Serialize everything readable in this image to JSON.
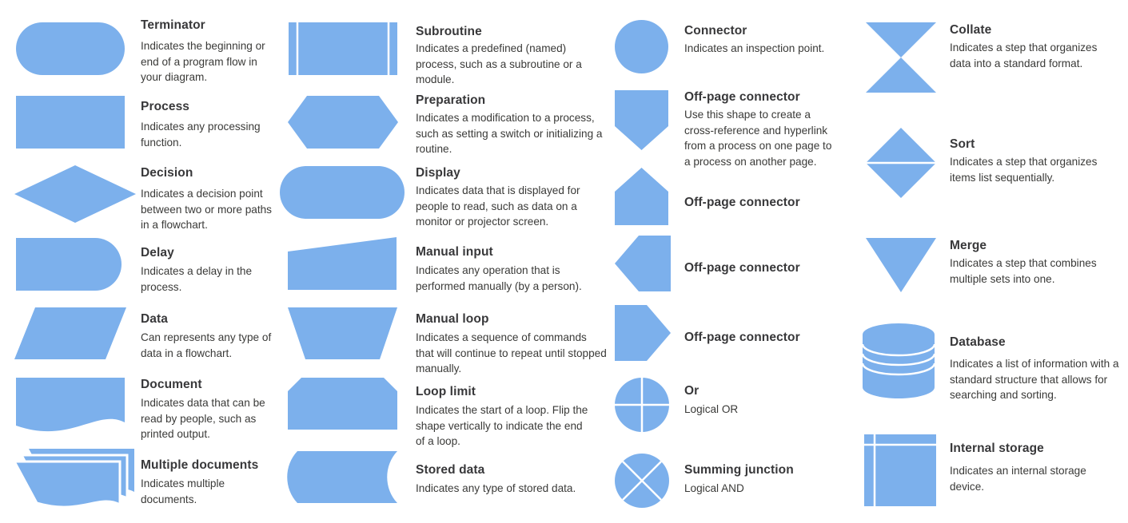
{
  "legend": {
    "accent_color": "#7cb0ec",
    "text_color": "#3a3a38",
    "background": "#ffffff",
    "columns": [
      {
        "name": "column-1",
        "items": [
          {
            "shape": "terminator",
            "title": "Terminator",
            "desc": "Indicates the beginning or end of a program flow in your diagram."
          },
          {
            "shape": "process",
            "title": "Process",
            "desc": "Indicates any processing function."
          },
          {
            "shape": "decision",
            "title": "Decision",
            "desc": "Indicates a decision point between two or more paths in a flowchart."
          },
          {
            "shape": "delay",
            "title": "Delay",
            "desc": "Indicates a delay in the process."
          },
          {
            "shape": "data",
            "title": "Data",
            "desc": "Can represents any type of data in a flowchart."
          },
          {
            "shape": "document",
            "title": "Document",
            "desc": "Indicates data that can be read by people, such as printed output."
          },
          {
            "shape": "multiple-documents",
            "title": "Multiple documents",
            "desc": "Indicates multiple documents."
          }
        ]
      },
      {
        "name": "column-2",
        "items": [
          {
            "shape": "subroutine",
            "title": "Subroutine",
            "desc": "Indicates a predefined (named) process, such as a subroutine or a module."
          },
          {
            "shape": "preparation",
            "title": "Preparation",
            "desc": "Indicates a modification to a process, such as setting a switch or initializing a routine."
          },
          {
            "shape": "display",
            "title": "Display",
            "desc": "Indicates data that is displayed for people to read, such as data on a monitor or projector screen."
          },
          {
            "shape": "manual-input",
            "title": "Manual input",
            "desc": "Indicates any operation that is performed manually (by a person)."
          },
          {
            "shape": "manual-loop",
            "title": "Manual loop",
            "desc": "Indicates a sequence of commands that will continue to repeat until stopped manually."
          },
          {
            "shape": "loop-limit",
            "title": "Loop limit",
            "desc": "Indicates the start of a loop. Flip the shape vertically to indicate the end of a loop."
          },
          {
            "shape": "stored-data",
            "title": "Stored data",
            "desc": "Indicates any type of stored data."
          }
        ]
      },
      {
        "name": "column-3",
        "items": [
          {
            "shape": "connector",
            "title": "Connector",
            "desc": "Indicates an inspection point."
          },
          {
            "shape": "off-page-connector-down",
            "title": "Off-page connector",
            "desc": "Use this shape to create a cross-reference and hyperlink from a process on one page to a process on another page."
          },
          {
            "shape": "off-page-connector-up",
            "title": "Off-page connector",
            "desc": ""
          },
          {
            "shape": "off-page-connector-left",
            "title": "Off-page connector",
            "desc": ""
          },
          {
            "shape": "off-page-connector-right",
            "title": "Off-page connector",
            "desc": ""
          },
          {
            "shape": "or",
            "title": "Or",
            "desc": "Logical OR"
          },
          {
            "shape": "summing-junction",
            "title": "Summing junction",
            "desc": "Logical AND"
          }
        ]
      },
      {
        "name": "column-4",
        "items": [
          {
            "shape": "collate",
            "title": "Collate",
            "desc": "Indicates a step that organizes data into a standard format."
          },
          {
            "shape": "sort",
            "title": "Sort",
            "desc": "Indicates a step that organizes items list sequentially."
          },
          {
            "shape": "merge",
            "title": "Merge",
            "desc": "Indicates a step that combines multiple sets into one."
          },
          {
            "shape": "database",
            "title": "Database",
            "desc": "Indicates a list of information with a standard structure that allows for searching and sorting."
          },
          {
            "shape": "internal-storage",
            "title": "Internal storage",
            "desc": "Indicates an internal storage device."
          }
        ]
      }
    ]
  }
}
